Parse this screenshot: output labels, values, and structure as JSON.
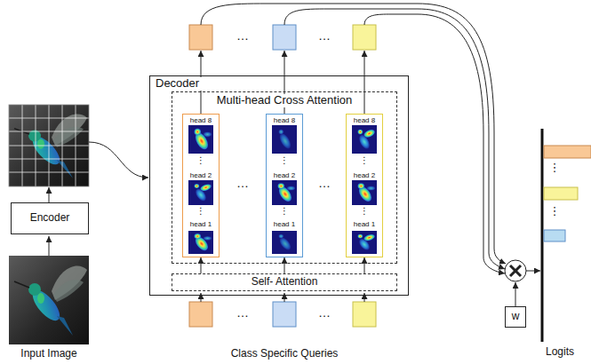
{
  "diagram": {
    "nodes": [
      {
        "text": [
          "Encoder"
        ]
      },
      {
        "text": [
          "Decoder"
        ]
      },
      {
        "text": [
          "Multi-head Cross Attention"
        ],
        "in": 1
      },
      {
        "text": [
          "head 8",
          "⋮",
          "head 2",
          "⋮",
          "head 1"
        ],
        "in": 2
      },
      {
        "text": [
          "head 8",
          "⋮",
          "head 2",
          "⋮",
          "head 1"
        ],
        "in": 2
      },
      {
        "text": [
          "head 8",
          "⋮",
          "head 2",
          "⋮",
          "head 1"
        ],
        "in": 2
      },
      {
        "text": [
          "Self- Attention"
        ],
        "in": 1
      },
      {
        "text": [
          "w"
        ]
      }
    ],
    "edges": [
      {
        "from": 6,
        "to": 3,
        "arrow": "to"
      },
      {
        "from": 6,
        "to": 4,
        "arrow": "to"
      },
      {
        "from": 6,
        "to": 5,
        "arrow": "to"
      }
    ],
    "labels": [
      "Input Image",
      "Class Specific Queries",
      "Logits",
      "…",
      "…",
      "…",
      "…",
      "…",
      "…",
      "⋮",
      "⋮"
    ]
  }
}
